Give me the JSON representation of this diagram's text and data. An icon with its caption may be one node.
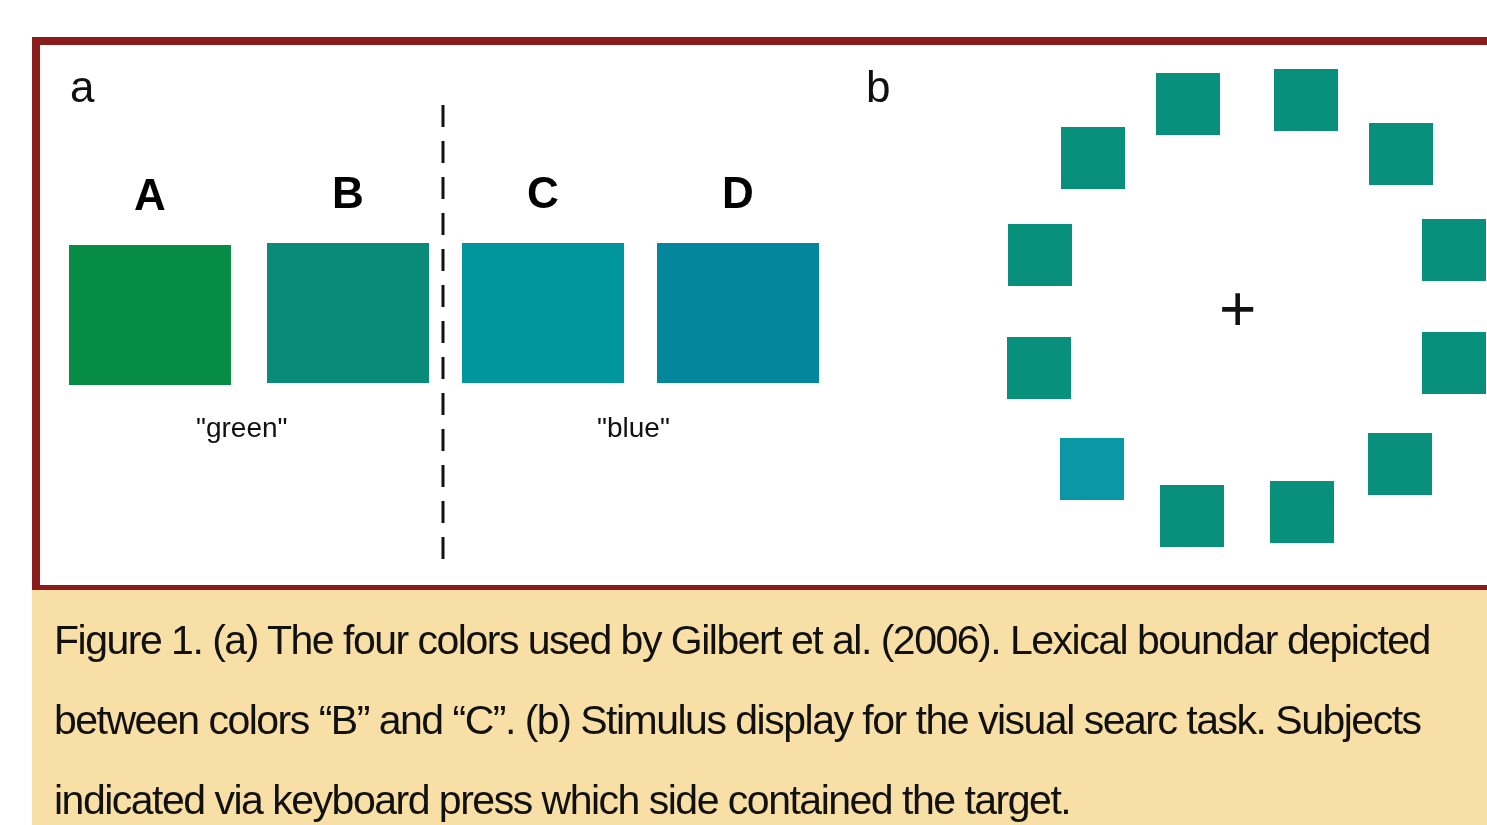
{
  "diagram": {
    "caption": "Figure 1. (a) The four colors used by Gilbert et al. (2006). Lexical boundar depicted between colors “B” and “C”. (b) Stimulus display for the visual searc task. Subjects indicated via keyboard press which side contained the target.",
    "nodes": [
      {
        "text": [
          "A"
        ]
      },
      {
        "text": [
          "B"
        ]
      },
      {
        "text": [
          "C"
        ]
      },
      {
        "text": [
          "D"
        ]
      }
    ],
    "labels": [
      "a",
      "b",
      "\"green\"",
      "\"blue\"",
      "+"
    ]
  }
}
